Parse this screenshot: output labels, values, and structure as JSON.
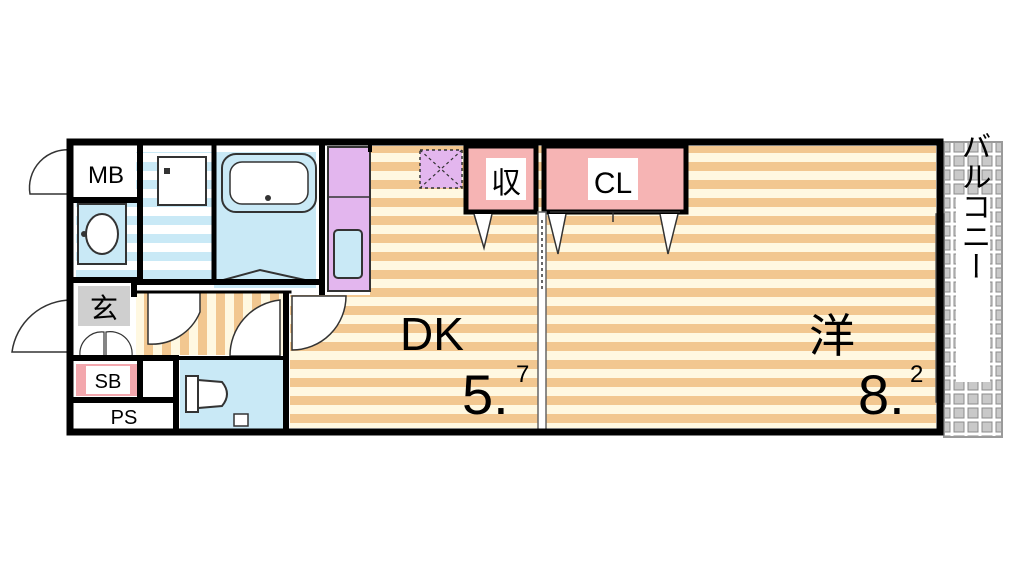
{
  "rooms": {
    "dk": {
      "label": "DK",
      "size_main": "5.",
      "size_sup": "7"
    },
    "yo": {
      "label": "洋",
      "size_main": "8.",
      "size_sup": "2"
    },
    "storage": {
      "label": "収"
    },
    "closet": {
      "label": "CL"
    },
    "meter_box": {
      "label": "MB"
    },
    "entrance": {
      "label": "玄"
    },
    "shoe_box": {
      "label": "SB"
    },
    "pipe_space": {
      "label": "PS"
    },
    "balcony": {
      "label": "バルコニー"
    }
  },
  "colors": {
    "wall": "#000000",
    "floor_tan": "#f2c790",
    "floor_light": "#fff8e1",
    "wet_area": "#c9e9f6",
    "kitchen": "#e3b6ee",
    "closet_pink": "#f6b4b4",
    "shoe_box": "#f3a7ad",
    "entrance_gray": "#cfcfcf",
    "balcony_grid": "#9a9a9a"
  }
}
